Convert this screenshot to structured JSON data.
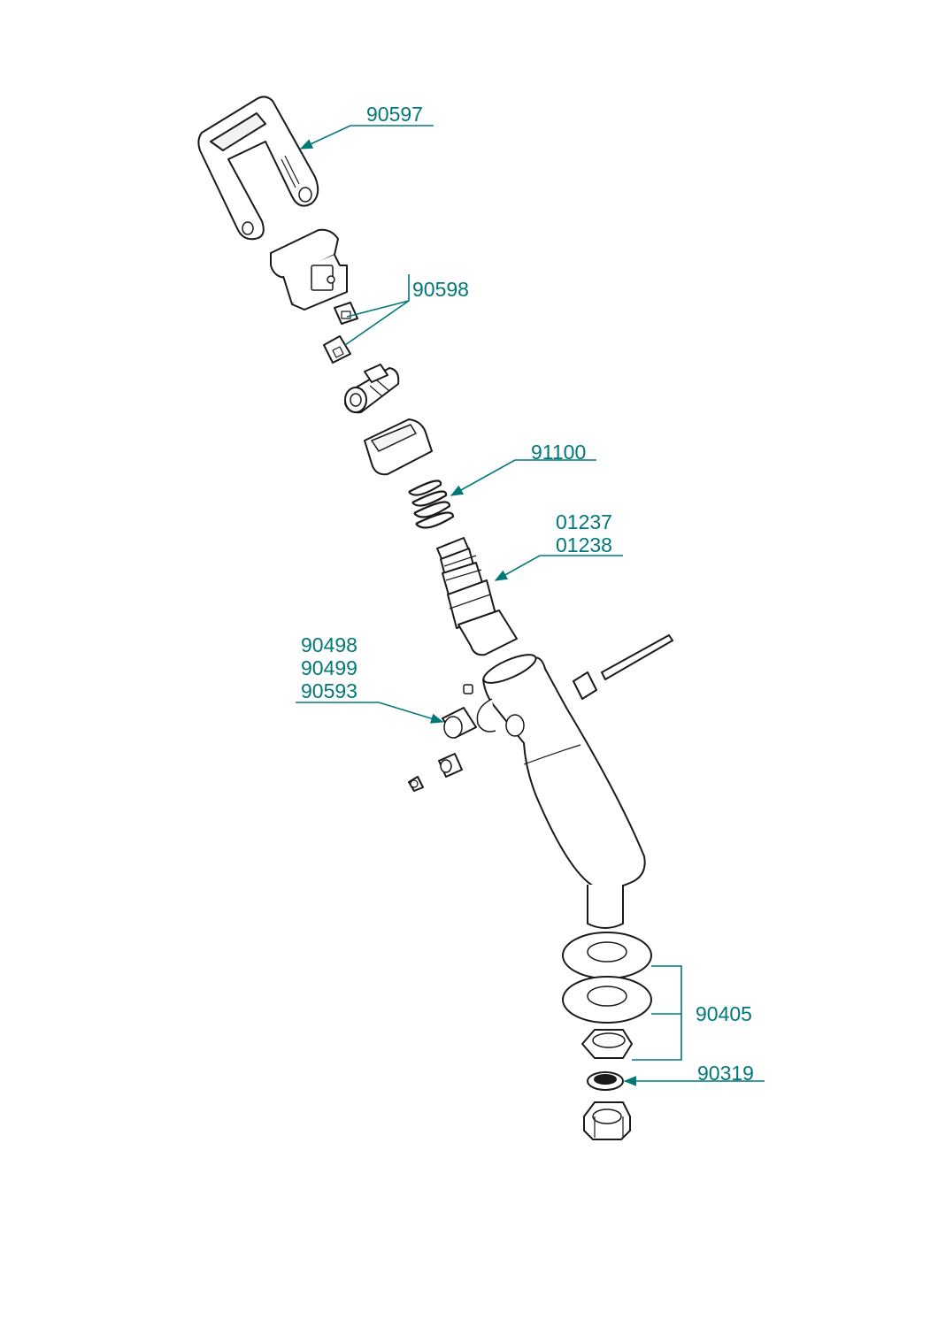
{
  "accent_color": "#00787a",
  "line_color": "#1a1a1a",
  "callouts": {
    "c90597": [
      "90597"
    ],
    "c90598": [
      "90598"
    ],
    "c91100": [
      "91100"
    ],
    "c01237": [
      "01237",
      "01238"
    ],
    "c90498": [
      "90498",
      "90499",
      "90593"
    ],
    "c90405": [
      "90405"
    ],
    "c90319": [
      "90319"
    ]
  }
}
